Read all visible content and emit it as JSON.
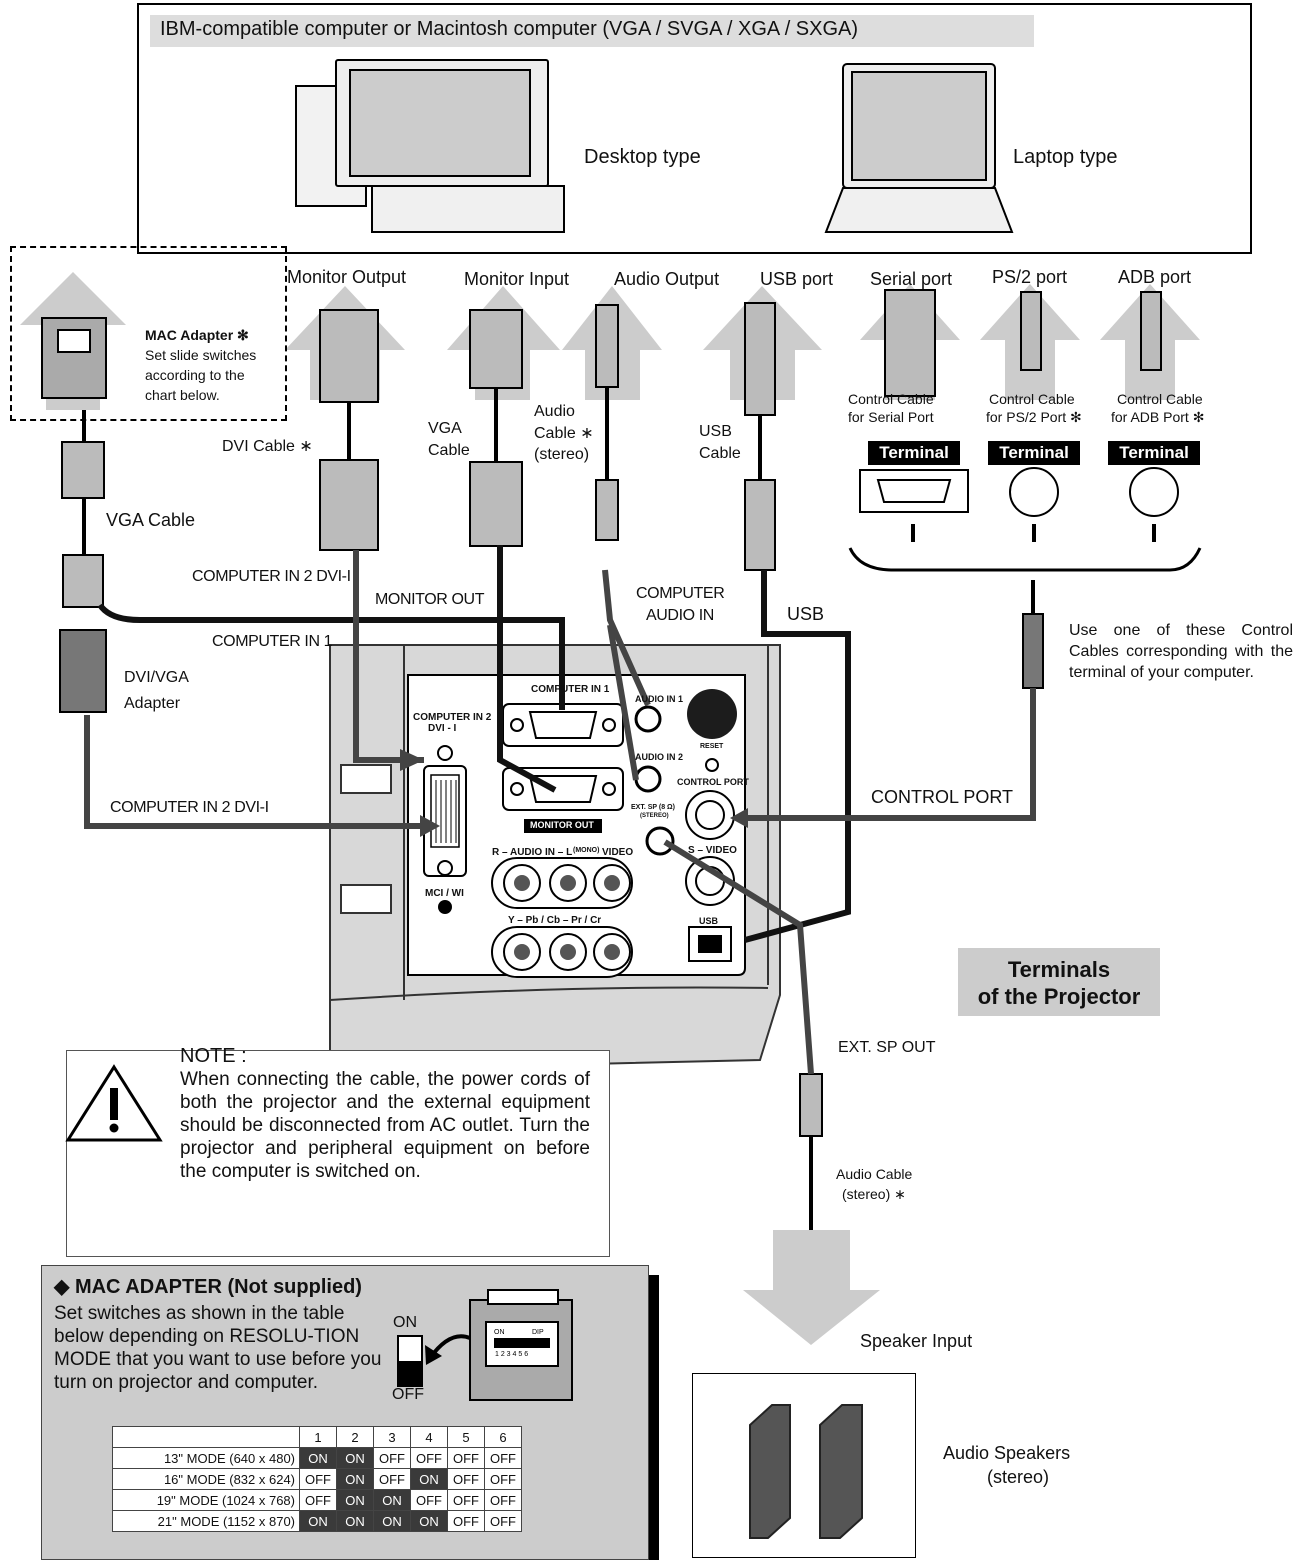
{
  "computer": {
    "heading": "IBM-compatible computer or Macintosh computer (VGA / SVGA / XGA / SXGA)",
    "desktop_label": "Desktop type",
    "laptop_label": "Laptop type"
  },
  "ports": {
    "monitor_output": "Monitor Output",
    "monitor_input": "Monitor Input",
    "audio_output": "Audio Output",
    "usb_port": "USB port",
    "serial_port": "Serial port",
    "ps2_port": "PS/2 port",
    "adb_port": "ADB port"
  },
  "mac_adapter_callout": {
    "title": "MAC Adapter ✻",
    "line1": "Set slide switches",
    "line2": "according to the",
    "line3": "chart below."
  },
  "cables": {
    "dvi_cable": "DVI Cable ∗",
    "vga_cable_mid_1": "VGA",
    "vga_cable_mid_2": "Cable",
    "audio_cable_1": "Audio",
    "audio_cable_2": "Cable ∗",
    "audio_cable_3": "(stereo)",
    "usb_cable_1": "USB",
    "usb_cable_2": "Cable",
    "vga_cable_left": "VGA Cable",
    "dvi_vga_adapter_1": "DVI/VGA",
    "dvi_vga_adapter_2": "Adapter",
    "ctrl_serial_1": "Control Cable",
    "ctrl_serial_2": "for Serial Port",
    "ctrl_ps2_1": "Control Cable",
    "ctrl_ps2_2": "for PS/2 Port ✻",
    "ctrl_adb_1": "Control Cable",
    "ctrl_adb_2": "for ADB Port ✻",
    "terminal": "Terminal",
    "ext_sp_audio_1": "Audio Cable",
    "ext_sp_audio_2": "(stereo) ∗"
  },
  "connections": {
    "computer_in_2_dvi_top": "COMPUTER IN 2 DVI-I",
    "monitor_out": "MONITOR OUT",
    "computer_audio_in_1": "COMPUTER",
    "computer_audio_in_2": "AUDIO IN",
    "usb": "USB",
    "computer_in_1": "COMPUTER IN 1",
    "computer_in_2_dvi_bottom": "COMPUTER IN 2 DVI-I",
    "control_port": "CONTROL PORT",
    "ext_sp_out": "EXT. SP OUT",
    "speaker_input": "Speaker Input"
  },
  "control_note": "Use one of these Control Cables corresponding with the terminal of your computer.",
  "panel": {
    "computer_in_1": "COMPUTER IN 1",
    "computer_in_2_a": "COMPUTER IN 2",
    "computer_in_2_b": "DVI - I",
    "audio_in_1": "AUDIO IN 1",
    "audio_in_2": "AUDIO IN 2",
    "reset": "RESET",
    "control_port": "CONTROL PORT",
    "monitor_out": "MONITOR OUT",
    "ext_sp_a": "EXT. SP (8 Ω)",
    "ext_sp_b": "(STEREO)",
    "s_video": "S – VIDEO",
    "audio_row": "R – AUDIO IN – L",
    "mono": "(MONO)",
    "video": "VIDEO",
    "mci_wi": "MCI / WI",
    "component": "Y  –  Pb / Cb  –  Pr / Cr",
    "usb": "USB"
  },
  "terminals_label_1": "Terminals",
  "terminals_label_2": "of the Projector",
  "note": {
    "title": "NOTE :",
    "body": "When connecting the cable, the power cords of both the projector and the external equipment should be disconnected from AC outlet.  Turn the projector and peripheral equipment on before the computer is switched on."
  },
  "mac_panel": {
    "title": "◆ MAC ADAPTER (Not supplied)",
    "body": "Set switches as shown in the table below depending on RESOLU-TION MODE that you want to use before you turn on projector and computer.",
    "on": "ON",
    "off": "OFF",
    "dip_on": "ON",
    "dip_dip": "DIP",
    "dip_nums": "1 2 3 4 5 6",
    "table": {
      "headers": [
        "",
        "1",
        "2",
        "3",
        "4",
        "5",
        "6"
      ],
      "rows": [
        [
          "13\" MODE (640 x 480)",
          "ON",
          "ON",
          "OFF",
          "OFF",
          "OFF",
          "OFF"
        ],
        [
          "16\" MODE (832 x 624)",
          "OFF",
          "ON",
          "OFF",
          "ON",
          "OFF",
          "OFF"
        ],
        [
          "19\" MODE (1024 x 768)",
          "OFF",
          "ON",
          "ON",
          "OFF",
          "OFF",
          "OFF"
        ],
        [
          "21\" MODE (1152 x 870)",
          "ON",
          "ON",
          "ON",
          "ON",
          "OFF",
          "OFF"
        ]
      ]
    }
  },
  "speakers": {
    "label_1": "Audio Speakers",
    "label_2": "(stereo)"
  }
}
